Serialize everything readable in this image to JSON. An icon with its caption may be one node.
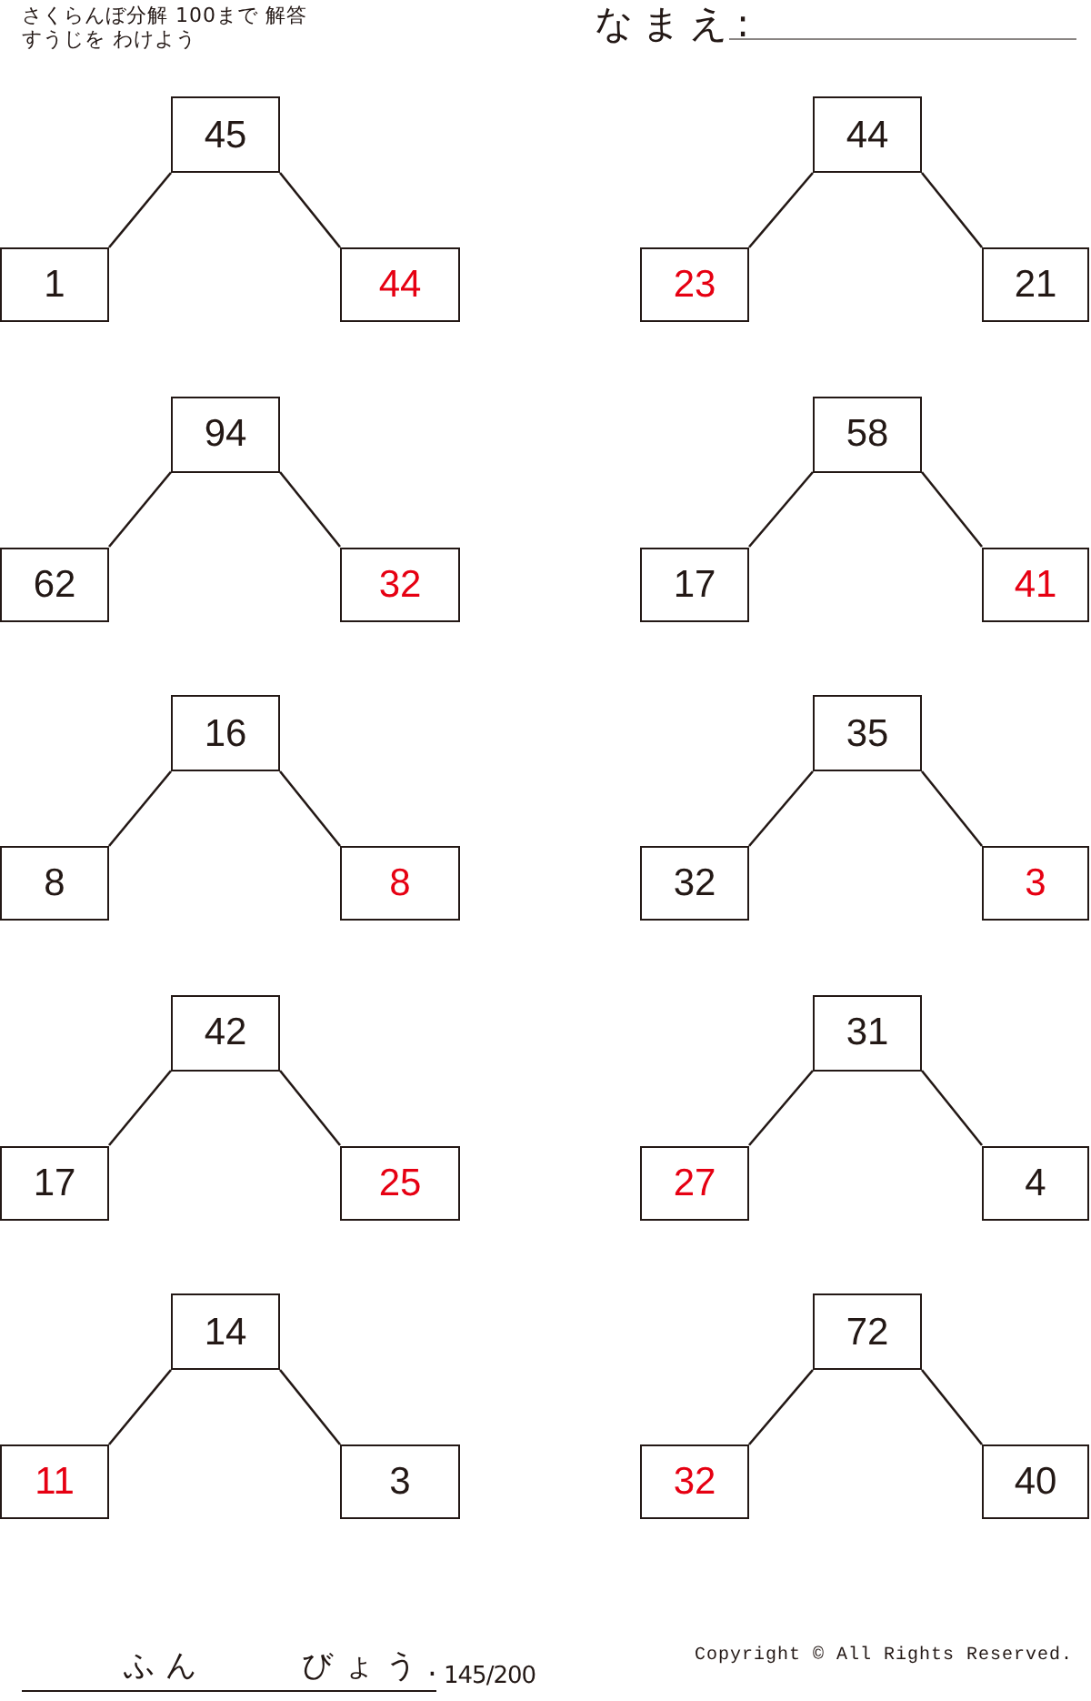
{
  "diagram": {
    "title": "さくらんぼ分解 100まで 解答",
    "nodes": [
      {
        "text": [
          "45"
        ]
      },
      {
        "text": [
          "1"
        ]
      },
      {
        "text": [
          "44"
        ]
      },
      {
        "text": [
          "44"
        ]
      },
      {
        "text": [
          "23"
        ]
      },
      {
        "text": [
          "21"
        ]
      },
      {
        "text": [
          "94"
        ]
      },
      {
        "text": [
          "62"
        ]
      },
      {
        "text": [
          "32"
        ]
      },
      {
        "text": [
          "58"
        ]
      },
      {
        "text": [
          "17"
        ]
      },
      {
        "text": [
          "41"
        ]
      },
      {
        "text": [
          "16"
        ]
      },
      {
        "text": [
          "8"
        ]
      },
      {
        "text": [
          "8"
        ]
      },
      {
        "text": [
          "35"
        ]
      },
      {
        "text": [
          "32"
        ]
      },
      {
        "text": [
          "3"
        ]
      },
      {
        "text": [
          "42"
        ]
      },
      {
        "text": [
          "17"
        ]
      },
      {
        "text": [
          "25"
        ]
      },
      {
        "text": [
          "31"
        ]
      },
      {
        "text": [
          "27"
        ]
      },
      {
        "text": [
          "4"
        ]
      },
      {
        "text": [
          "14"
        ]
      },
      {
        "text": [
          "11"
        ]
      },
      {
        "text": [
          "3"
        ]
      },
      {
        "text": [
          "72"
        ]
      },
      {
        "text": [
          "32"
        ]
      },
      {
        "text": [
          "40"
        ]
      }
    ],
    "edges": [
      {
        "from": 0,
        "to": 1,
        "arrow": "none"
      },
      {
        "from": 0,
        "to": 2,
        "arrow": "none"
      },
      {
        "from": 3,
        "to": 4,
        "arrow": "none"
      },
      {
        "from": 3,
        "to": 5,
        "arrow": "none"
      },
      {
        "from": 6,
        "to": 7,
        "arrow": "none"
      },
      {
        "from": 6,
        "to": 8,
        "arrow": "none"
      },
      {
        "from": 9,
        "to": 10,
        "arrow": "none"
      },
      {
        "from": 9,
        "to": 11,
        "arrow": "none"
      },
      {
        "from": 12,
        "to": 13,
        "arrow": "none"
      },
      {
        "from": 12,
        "to": 14,
        "arrow": "none"
      },
      {
        "from": 15,
        "to": 16,
        "arrow": "none"
      },
      {
        "from": 15,
        "to": 17,
        "arrow": "none"
      },
      {
        "from": 18,
        "to": 19,
        "arrow": "none"
      },
      {
        "from": 18,
        "to": 20,
        "arrow": "none"
      },
      {
        "from": 21,
        "to": 22,
        "arrow": "none"
      },
      {
        "from": 21,
        "to": 23,
        "arrow": "none"
      },
      {
        "from": 24,
        "to": 25,
        "arrow": "none"
      },
      {
        "from": 24,
        "to": 26,
        "arrow": "none"
      },
      {
        "from": 27,
        "to": 28,
        "arrow": "none"
      },
      {
        "from": 27,
        "to": 29,
        "arrow": "none"
      }
    ],
    "labels": [
      "すうじを わけよう",
      "なまえ:",
      "ふん",
      "びょう.",
      "145/200",
      "Copyright © All Rights Reserved."
    ]
  }
}
